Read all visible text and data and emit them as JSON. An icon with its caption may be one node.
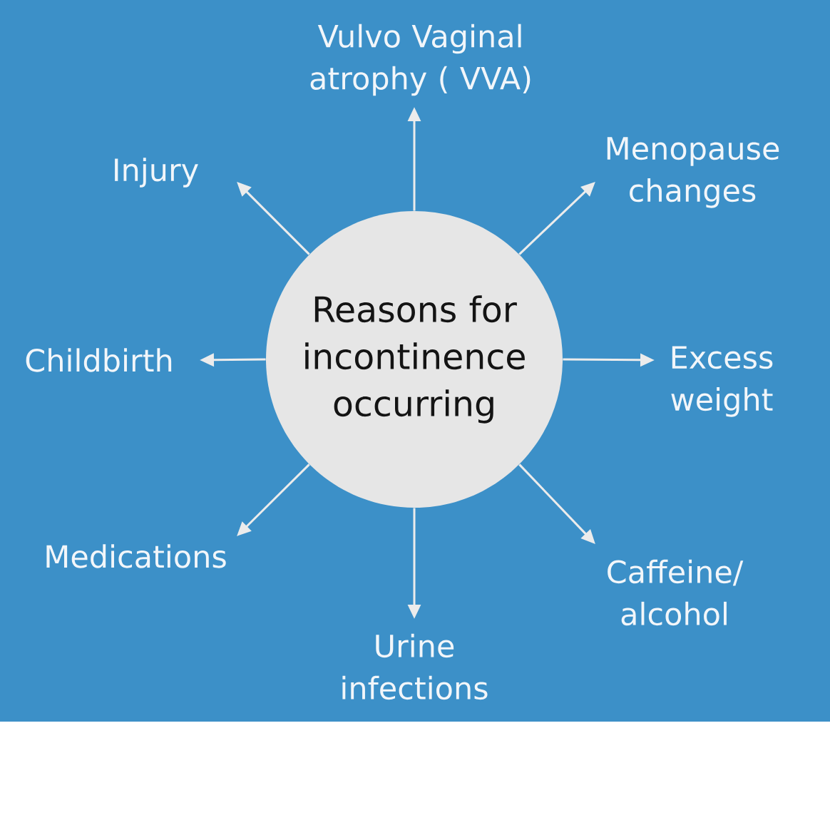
{
  "diagram": {
    "nodes": [
      {
        "text": [
          "Reasons for incontinence occurring"
        ]
      },
      {
        "text": [
          "Vulvo Vaginal atrophy ( VVA)"
        ]
      },
      {
        "text": [
          "Menopause changes"
        ]
      },
      {
        "text": [
          "Excess weight"
        ]
      },
      {
        "text": [
          "Caffeine/ alcohol"
        ]
      },
      {
        "text": [
          "Urine infections"
        ]
      },
      {
        "text": [
          "Medications"
        ]
      },
      {
        "text": [
          "Childbirth"
        ]
      },
      {
        "text": [
          "Injury"
        ]
      }
    ],
    "edges": [
      {
        "from": 0,
        "to": 1,
        "arrow": "to"
      },
      {
        "from": 0,
        "to": 2,
        "arrow": "to"
      },
      {
        "from": 0,
        "to": 3,
        "arrow": "to"
      },
      {
        "from": 0,
        "to": 4,
        "arrow": "to"
      },
      {
        "from": 0,
        "to": 5,
        "arrow": "to"
      },
      {
        "from": 0,
        "to": 6,
        "arrow": "to"
      },
      {
        "from": 0,
        "to": 7,
        "arrow": "to"
      },
      {
        "from": 0,
        "to": 8,
        "arrow": "to"
      }
    ]
  }
}
